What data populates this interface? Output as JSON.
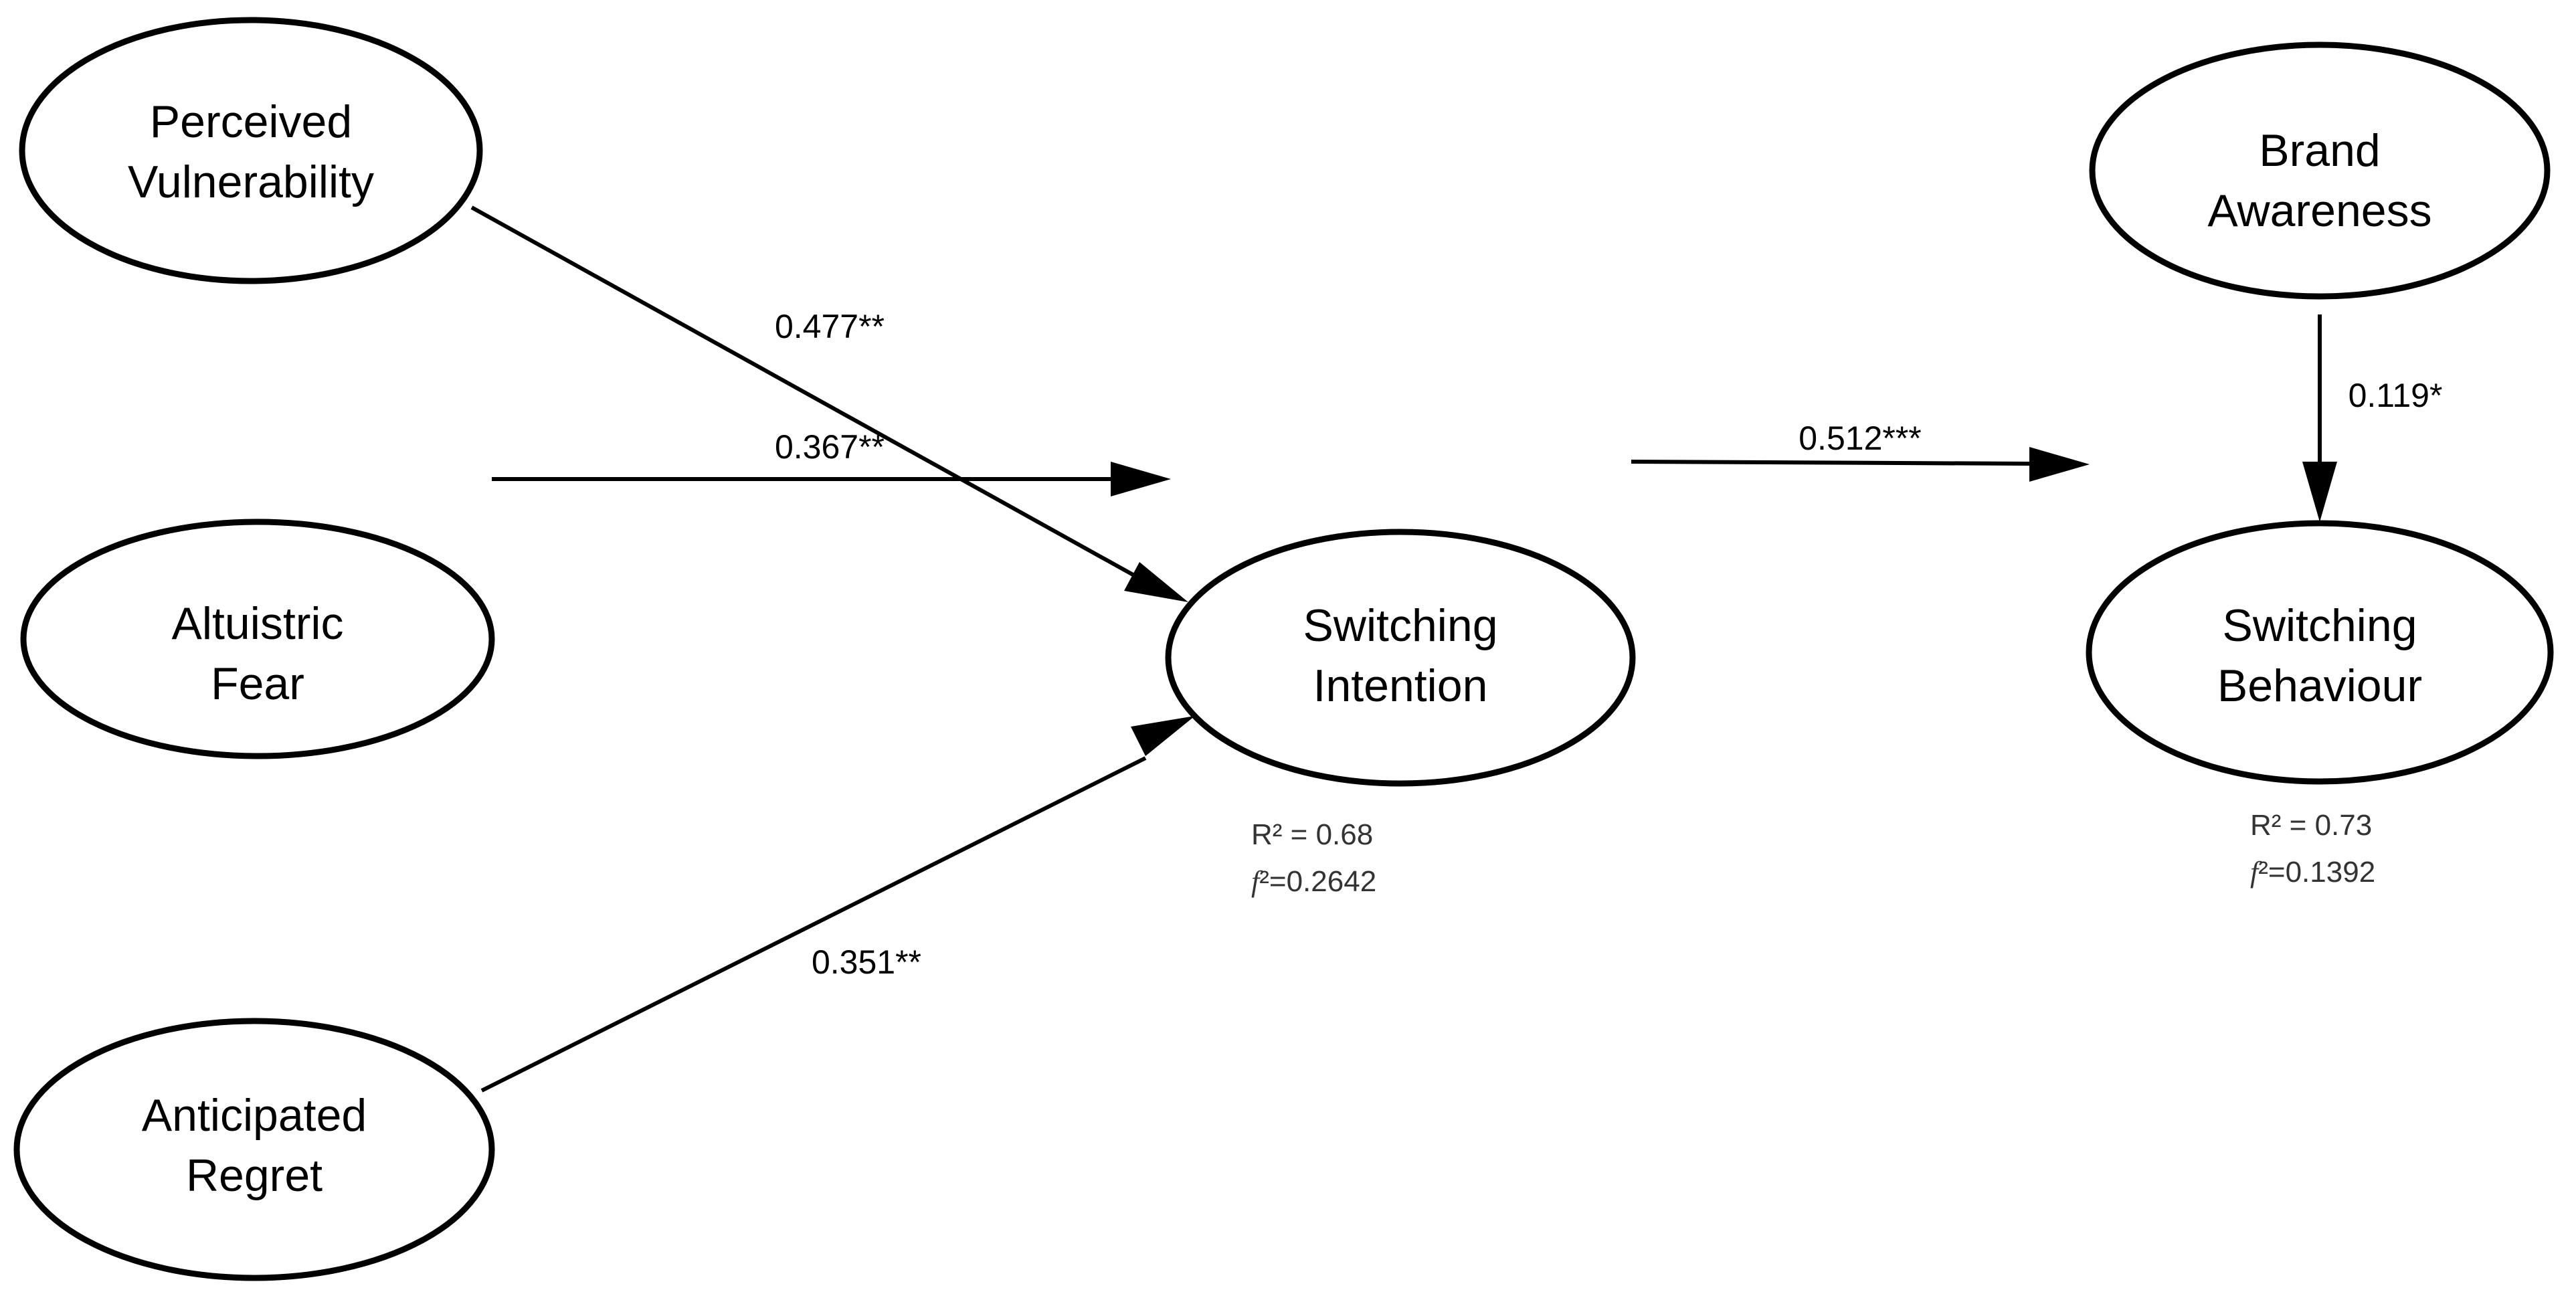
{
  "nodes": {
    "perceived_vulnerability": {
      "line1": "Perceived",
      "line2": "Vulnerability"
    },
    "altruistic_fear": {
      "line1": "Altuistric",
      "line2": "Fear"
    },
    "anticipated_regret": {
      "line1": "Anticipated",
      "line2": "Regret"
    },
    "switching_intention": {
      "line1": "Switching",
      "line2": "Intention"
    },
    "brand_awareness": {
      "line1": "Brand",
      "line2": "Awareness"
    },
    "switching_behaviour": {
      "line1": "Switching",
      "line2": "Behaviour"
    }
  },
  "paths": {
    "pv_to_si": {
      "coefficient": "0.477**"
    },
    "af_to_si": {
      "coefficient": "0.367**"
    },
    "ar_to_si": {
      "coefficient": "0.351**"
    },
    "si_to_sb": {
      "coefficient": "0.512***"
    },
    "ba_to_sb": {
      "coefficient": "0.119*"
    }
  },
  "stats": {
    "switching_intention": {
      "r2_symbol": "R²",
      "r2_value": " = 0.68",
      "f2_symbol": "f",
      "f2_value": "²=0.2642"
    },
    "switching_behaviour": {
      "r2_symbol": "R²",
      "r2_value": " = 0.73",
      "f2_symbol": "f",
      "f2_value": "²=0.1392"
    }
  },
  "colors": {
    "stroke": "#000000",
    "background": "#ffffff",
    "stat_text": "#333333"
  }
}
